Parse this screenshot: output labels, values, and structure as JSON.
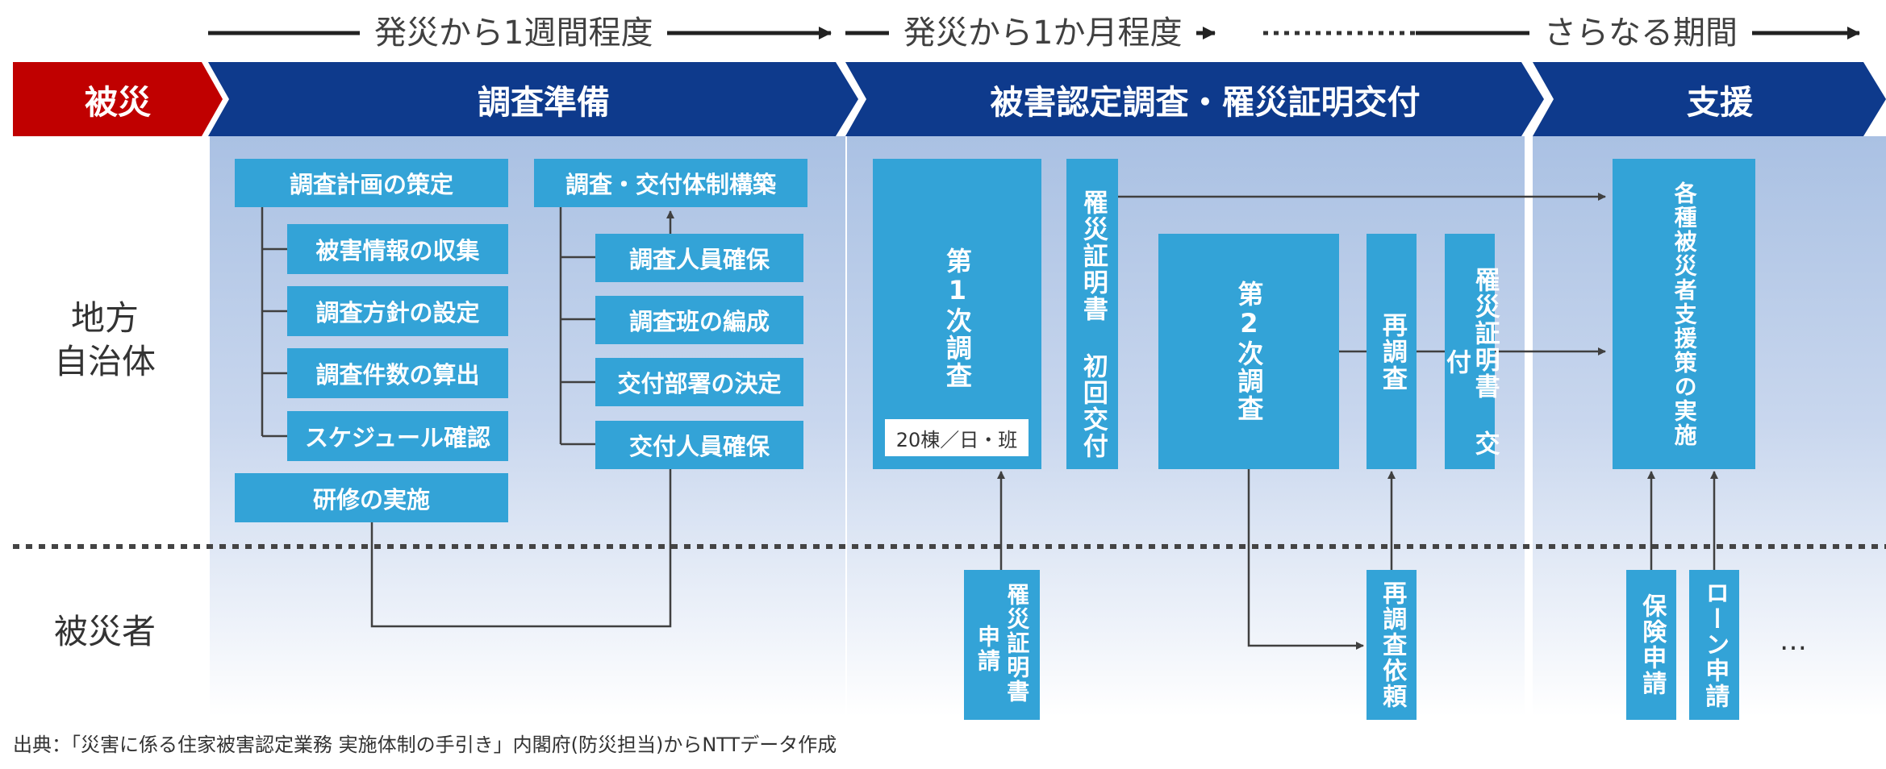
{
  "timeline": {
    "week": "発災から1週間程度",
    "month": "発災から1か月程度",
    "further": "さらなる期間"
  },
  "phases": {
    "disaster": "被災",
    "prep": "調査準備",
    "survey": "被害認定調査・罹災証明交付",
    "support": "支援"
  },
  "rows": {
    "local_gov": "地方\n自治体",
    "victims": "被災者"
  },
  "prep": {
    "plan": "調査計画の策定",
    "collect": "被害情報の収集",
    "policy": "調査方針の設定",
    "count": "調査件数の算出",
    "schedule": "スケジュール確認",
    "training": "研修の実施",
    "system": "調査・交付体制構築",
    "staff": "調査人員確保",
    "team": "調査班の編成",
    "dept": "交付部署の決定",
    "issue_staff": "交付人員確保"
  },
  "survey": {
    "first": "第1次調査",
    "rate": "20棟／日・班",
    "cert_first": "罹災証明書 初回交付",
    "second": "第2次調査",
    "resurvey": "再調査",
    "cert_issue": "罹災証明書 交付",
    "apply_line1": "罹災証明書",
    "apply_line2": "申請",
    "resurvey_request": "再調査依頼"
  },
  "support": {
    "measures": "各種被災者支援策の実施",
    "insurance": "保険申請",
    "loan": "ローン申請",
    "etc": "…"
  },
  "source": "出典：「災害に係る住家被害認定業務 実施体制の手引き」内閣府(防災担当)からNTTデータ作成",
  "colors": {
    "disaster_red": "#c00000",
    "phase_navy": "#0e3a8c",
    "box_blue": "#33a3d7",
    "band_top": "#aac1e3"
  }
}
